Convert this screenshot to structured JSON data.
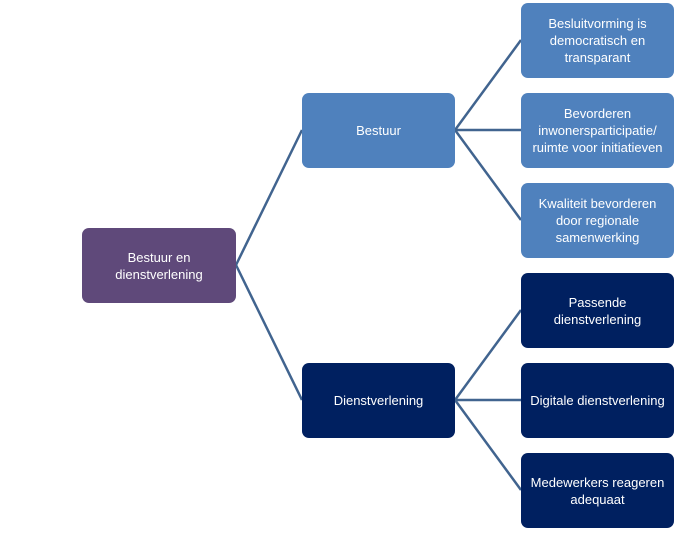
{
  "diagram": {
    "type": "hierarchy-tree",
    "colors": {
      "root": "#5f497a",
      "bestuur_branch": "#4f81bd",
      "dienstverlening_branch": "#002060",
      "connector": "#41648f",
      "text": "#ffffff"
    },
    "root": {
      "label": "Bestuur en dienstverlening"
    },
    "branches": [
      {
        "label": "Bestuur",
        "children": [
          {
            "label": "Besluitvorming is democratisch en transparant"
          },
          {
            "label": "Bevorderen inwonersparticipatie/ ruimte voor initiatieven"
          },
          {
            "label": "Kwaliteit bevorderen door regionale samenwerking"
          }
        ]
      },
      {
        "label": "Dienstverlening",
        "children": [
          {
            "label": "Passende dienstverlening"
          },
          {
            "label": "Digitale dienstverlening"
          },
          {
            "label": "Medewerkers reageren adequaat"
          }
        ]
      }
    ]
  }
}
